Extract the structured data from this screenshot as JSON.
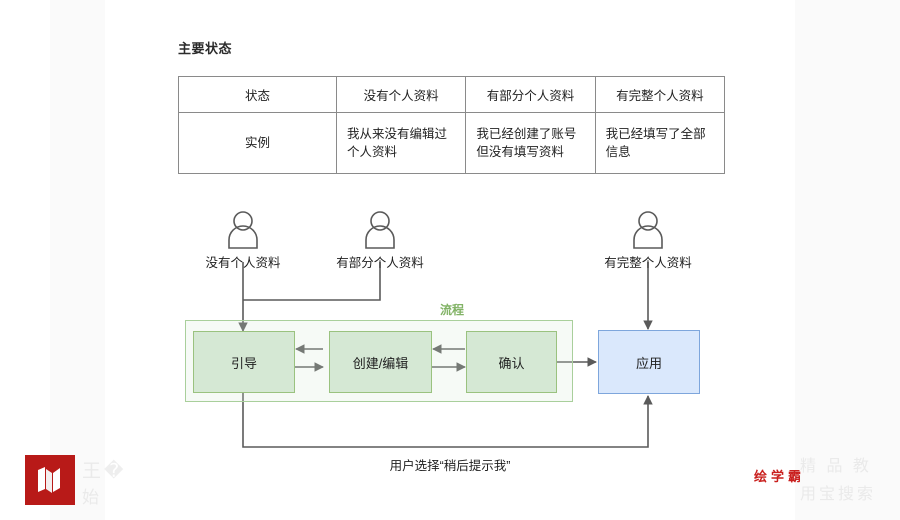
{
  "page": {
    "title": "主要状态"
  },
  "table": {
    "headers": [
      "状态",
      "没有个人资料",
      "有部分个人资料",
      "有完整个人资料"
    ],
    "rows": [
      {
        "label": "实例",
        "cells": [
          "我从来没有编辑过个人资料",
          "我已经创建了账号但没有填写资料",
          "我已经填写了全部信息"
        ]
      }
    ]
  },
  "diagram": {
    "type": "flowchart",
    "personas": [
      {
        "id": "persona-no-profile",
        "label": "没有个人资料",
        "icon": "user-icon"
      },
      {
        "id": "persona-partial-profile",
        "label": "有部分个人资料",
        "icon": "user-icon"
      },
      {
        "id": "persona-full-profile",
        "label": "有完整个人资料",
        "icon": "user-icon"
      }
    ],
    "group": {
      "label": "流程",
      "color": "#82b366"
    },
    "nodes": [
      {
        "id": "node-onboarding",
        "label": "引导",
        "fill": "#d5e8d4",
        "stroke": "#9ac27f"
      },
      {
        "id": "node-create-edit",
        "label": "创建/编辑",
        "fill": "#d5e8d4",
        "stroke": "#9ac27f"
      },
      {
        "id": "node-confirm",
        "label": "确认",
        "fill": "#d5e8d4",
        "stroke": "#9ac27f"
      },
      {
        "id": "node-app",
        "label": "应用",
        "fill": "#dae8fc",
        "stroke": "#7ea6dc"
      }
    ],
    "edges": [
      {
        "from": "persona-no-profile",
        "to": "node-onboarding",
        "label": ""
      },
      {
        "from": "persona-partial-profile",
        "to": "node-onboarding",
        "label": ""
      },
      {
        "from": "persona-full-profile",
        "to": "node-app",
        "label": ""
      },
      {
        "from": "node-onboarding",
        "to": "node-create-edit",
        "label": ""
      },
      {
        "from": "node-create-edit",
        "to": "node-onboarding",
        "label": ""
      },
      {
        "from": "node-create-edit",
        "to": "node-confirm",
        "label": ""
      },
      {
        "from": "node-confirm",
        "to": "node-create-edit",
        "label": ""
      },
      {
        "from": "node-confirm",
        "to": "node-app",
        "label": ""
      },
      {
        "from": "node-onboarding",
        "to": "node-app",
        "label": "用户选择“稍后提示我”"
      }
    ],
    "feedback_label": "用户选择“稍后提示我”"
  },
  "watermark": {
    "brand": "绘学霸",
    "ghost_left_top": "王�",
    "ghost_left_bottom": "始",
    "ghost_right_top": "精 品 教",
    "ghost_right_bottom": "用宝搜索"
  }
}
